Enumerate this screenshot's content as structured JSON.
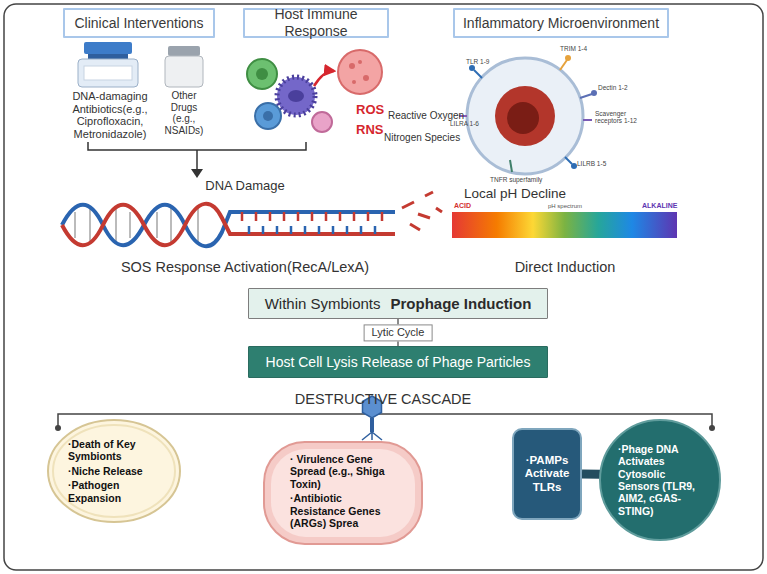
{
  "diagram": {
    "nodes": [
      {
        "text": [
          "Clinical Interventions"
        ]
      },
      {
        "text": [
          "Host Immune Response"
        ]
      },
      {
        "text": [
          "Inflammatory Microenvironment"
        ]
      },
      {
        "text": [
          "Within Symbionts",
          "Prophage Induction"
        ]
      },
      {
        "text": [
          "Host Cell Lysis Release of Phage Particles"
        ]
      },
      {
        "text": [
          "·Death of Key Symbionts",
          "·Niche Release",
          "·Pathogen Expansion"
        ]
      },
      {
        "text": [
          "· Virulence Gene Spread (e.g., Shiga Toxin)",
          "·Antibiotic Resistance Genes (ARGs) Sprea"
        ]
      },
      {
        "text": [
          "·PAMPs Activate TLRs"
        ]
      },
      {
        "text": [
          "·Phage DNA Activates Cytosolic Sensors (TLR9, AIM2, cGAS-STING)"
        ]
      }
    ],
    "edges": [
      {
        "from": 3,
        "to": 4,
        "label": "Lytic Cycle",
        "arrow": "none"
      },
      {
        "from": 7,
        "to": 8,
        "arrow": "none"
      }
    ],
    "labels": [
      "DNA-damaging Antibiotics(e.g., Ciprofloxacin, Metronidazole)",
      "Other Drugs (e.g., NSAIDs)",
      "ROS",
      "Reactive Oxygen",
      "RNS",
      "Nitrogen Species",
      "TLR 1-9",
      "TRIM 1-4",
      "Dectin 1-2",
      "LILRA 1-6",
      "Scavenger receptors 1-12",
      "LILRB 1-5",
      "TNFR superfamily",
      "Local pH Decline",
      "ACID",
      "pH spectrum",
      "ALKALINE",
      "DNA Damage",
      "SOS Response Activation(RecA/LexA)",
      "Direct Induction",
      "DESTRUCTIVE CASCADE"
    ]
  }
}
